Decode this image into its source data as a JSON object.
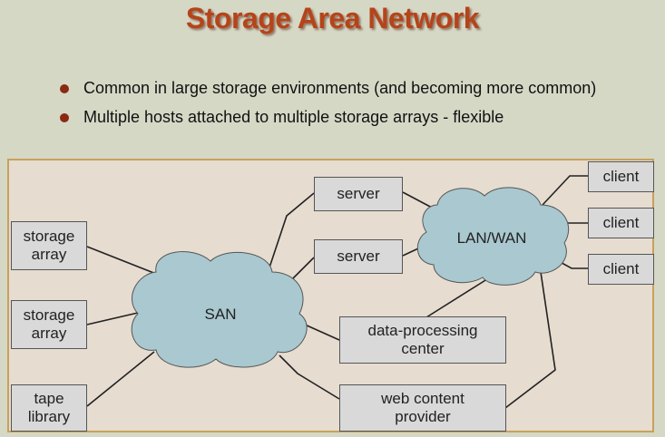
{
  "slide": {
    "title": "Storage Area Network",
    "bullets": [
      "Common in large storage environments (and becoming more common)",
      "Multiple hosts attached to multiple storage arrays - flexible"
    ]
  },
  "diagram": {
    "clouds": {
      "san": "SAN",
      "lanwan": "LAN/WAN"
    },
    "nodes": {
      "server_1": "server",
      "server_2": "server",
      "storage_array_1": "storage\narray",
      "storage_array_2": "storage\narray",
      "tape_library": "tape\nlibrary",
      "data_processing_center": "data-processing\ncenter",
      "web_content_provider": "web content\nprovider",
      "client_1": "client",
      "client_2": "client",
      "client_3": "client"
    }
  },
  "colors": {
    "title": "#b5441a",
    "bullet": "#8a2a12",
    "cloud_fill": "#a9c8d0",
    "box_fill": "#d9d9d9",
    "panel_fill": "#e6dcd0",
    "panel_border": "#c7a15a"
  }
}
